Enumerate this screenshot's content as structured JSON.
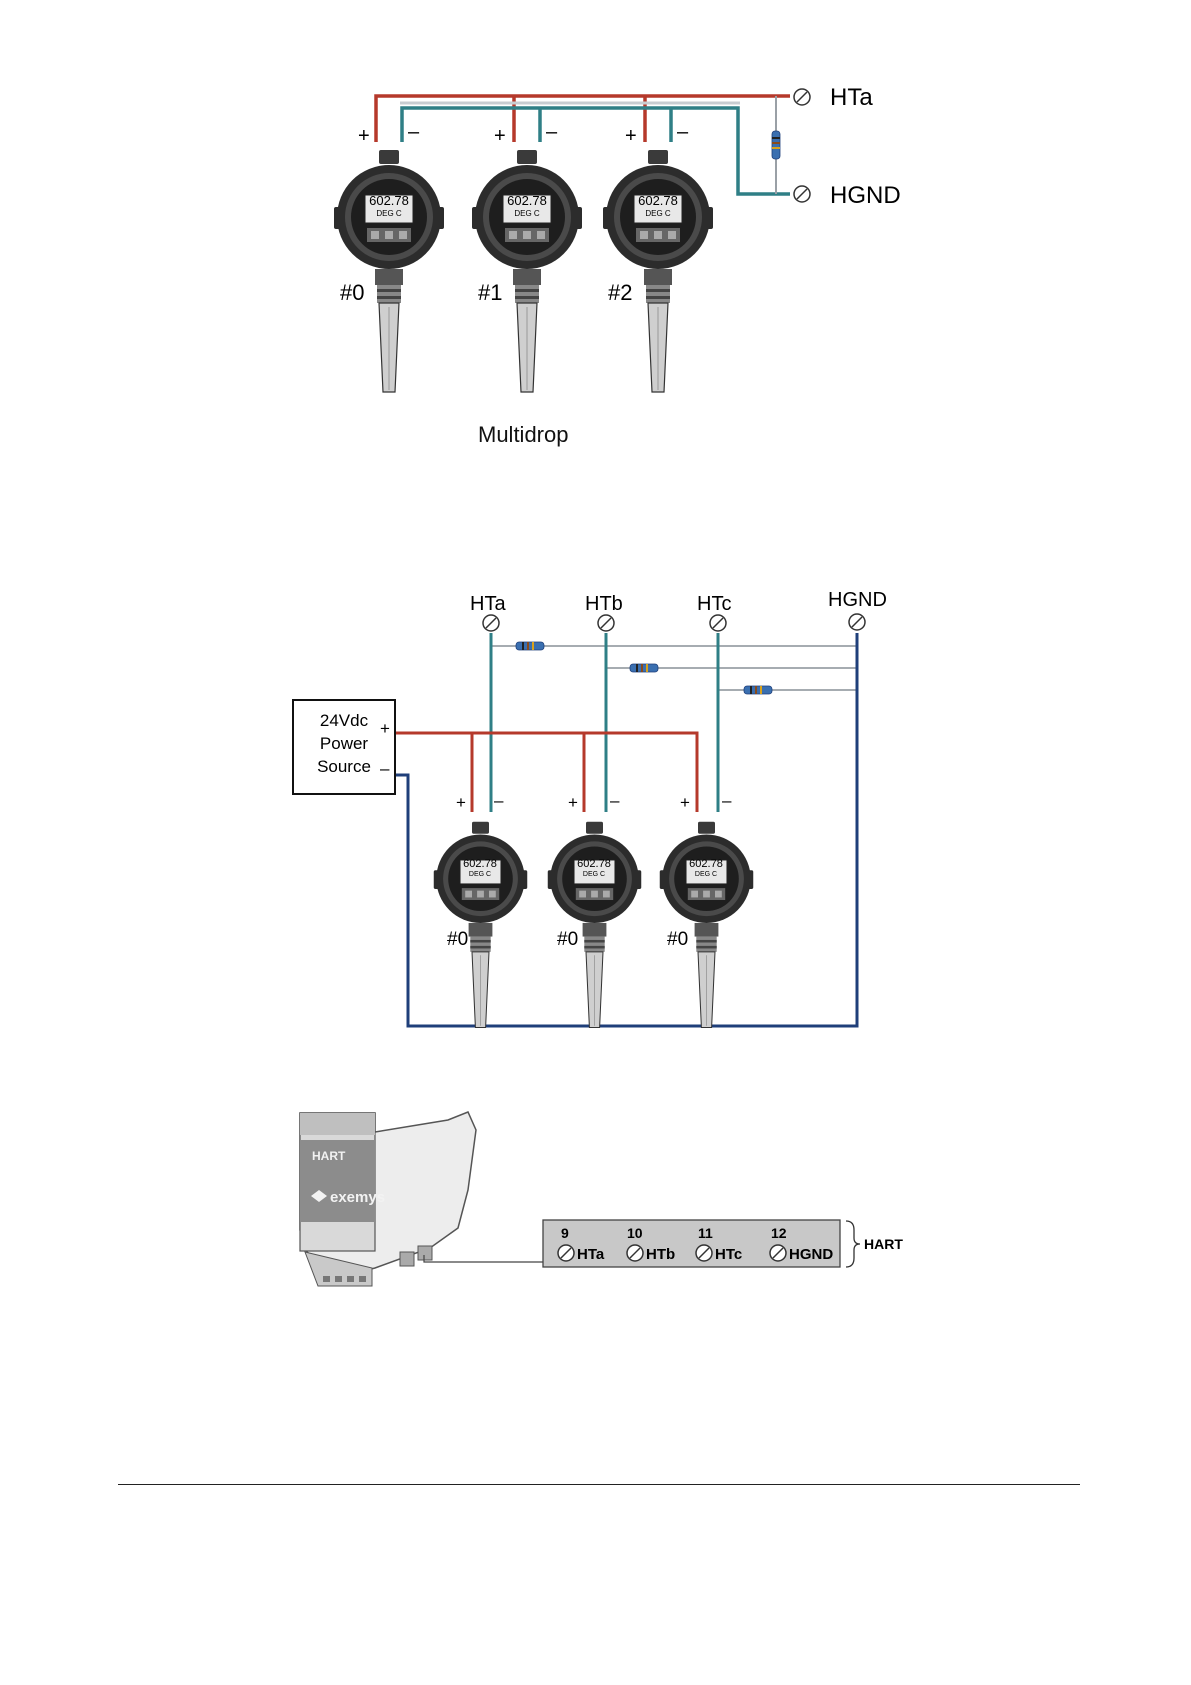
{
  "figure1": {
    "caption": "Multidrop",
    "terminals": [
      "HTa",
      "HGND"
    ],
    "devices": [
      {
        "label": "#0",
        "display": "602.78",
        "unit": "DEG C"
      },
      {
        "label": "#1",
        "display": "602.78",
        "unit": "DEG C"
      },
      {
        "label": "#2",
        "display": "602.78",
        "unit": "DEG C"
      }
    ],
    "plus": "+",
    "minus": "–"
  },
  "figure2": {
    "terminals": [
      "HTa",
      "HTb",
      "HTc",
      "HGND"
    ],
    "power_source": [
      "24Vdc",
      "Power",
      "Source"
    ],
    "devices": [
      {
        "label": "#0",
        "display": "602.78",
        "unit": "DEG C"
      },
      {
        "label": "#0",
        "display": "602.78",
        "unit": "DEG C"
      },
      {
        "label": "#0",
        "display": "602.78",
        "unit": "DEG C"
      }
    ],
    "plus": "+",
    "minus": "–"
  },
  "figure3": {
    "device_label": "HART",
    "brand": "exemys",
    "connector_label": "HART",
    "terminals": [
      {
        "number": "9",
        "name": "HTa"
      },
      {
        "number": "10",
        "name": "HTb"
      },
      {
        "number": "11",
        "name": "HTc"
      },
      {
        "number": "12",
        "name": "HGND"
      }
    ]
  },
  "colors": {
    "red_wire": "#b5392b",
    "teal_wire": "#2f7f86",
    "blue_wire": "#1f3f7a",
    "grey_wire": "#9aa0a6"
  }
}
